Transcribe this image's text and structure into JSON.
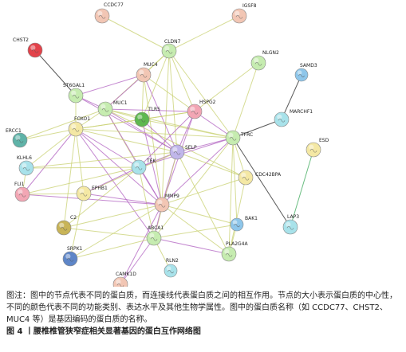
{
  "network": {
    "nodes": [
      {
        "id": "CCDC77",
        "label": "CCDC77",
        "color": "#f2c6b4"
      },
      {
        "id": "IGSF8",
        "label": "IGSF8",
        "color": "#f2c6b4"
      },
      {
        "id": "CHST2",
        "label": "CHST2",
        "color": "#e3424a"
      },
      {
        "id": "CLDN7",
        "label": "CLDN7",
        "color": "#c6ecb0"
      },
      {
        "id": "NLGN2",
        "label": "NLGN2",
        "color": "#c6ecb0"
      },
      {
        "id": "SAMD3",
        "label": "SAMD3",
        "color": "#8ec6ea"
      },
      {
        "id": "MUC4",
        "label": "MUC4",
        "color": "#f2c6b4"
      },
      {
        "id": "ST6GAL1",
        "label": "ST6GAL1",
        "color": "#c6ecb0"
      },
      {
        "id": "MUC1",
        "label": "MUC1",
        "color": "#c6ecb0"
      },
      {
        "id": "TLR5",
        "label": "TLR5",
        "color": "#5fb84f"
      },
      {
        "id": "HSPG2",
        "label": "HSPG2",
        "color": "#f2a6b4"
      },
      {
        "id": "MARCHF1",
        "label": "MARCHF1",
        "color": "#a8e2ea"
      },
      {
        "id": "ERCC1",
        "label": "ERCC1",
        "color": "#5fb3a8"
      },
      {
        "id": "FOXO1",
        "label": "FOXO1",
        "color": "#f4e8a4"
      },
      {
        "id": "TFRC",
        "label": "TFRC",
        "color": "#c6ecb0"
      },
      {
        "id": "ESD",
        "label": "ESD",
        "color": "#f4e8a4"
      },
      {
        "id": "SELP",
        "label": "SELP",
        "color": "#c0b6ea"
      },
      {
        "id": "KLHL6",
        "label": "KLHL6",
        "color": "#a8e2ea"
      },
      {
        "id": "TEK",
        "label": "TEK",
        "color": "#a8e2ea"
      },
      {
        "id": "CDC42BPA",
        "label": "CDC42BPA",
        "color": "#f4e8a4"
      },
      {
        "id": "FLI1",
        "label": "FLI1",
        "color": "#f2a6b4"
      },
      {
        "id": "EPHB1",
        "label": "EPHB1",
        "color": "#f4e8a4"
      },
      {
        "id": "MMP9",
        "label": "MMP9",
        "color": "#f2c6b4"
      },
      {
        "id": "C2",
        "label": "C2",
        "color": "#c8b458"
      },
      {
        "id": "BAK1",
        "label": "BAK1",
        "color": "#8ec6ea"
      },
      {
        "id": "LAP3",
        "label": "LAP3",
        "color": "#a8e2ea"
      },
      {
        "id": "ABCA1",
        "label": "ABCA1",
        "color": "#c6ecb0"
      },
      {
        "id": "PLA2G4A",
        "label": "PLA2G4A",
        "color": "#c6ecb0"
      },
      {
        "id": "SRPK1",
        "label": "SRPK1",
        "color": "#5e86c8"
      },
      {
        "id": "RLN2",
        "label": "RLN2",
        "color": "#a8e2ea"
      },
      {
        "id": "CAMK1D",
        "label": "CAMK1D",
        "color": "#f2c6b4"
      }
    ],
    "edges": [
      {
        "source": "CCDC77",
        "target": "CLDN7",
        "color": "#c8d070"
      },
      {
        "source": "IGSF8",
        "target": "CLDN7",
        "color": "#c8d070"
      },
      {
        "source": "CHST2",
        "target": "ST6GAL1",
        "color": "#222222"
      },
      {
        "source": "CLDN7",
        "target": "MUC4",
        "color": "#c8d070"
      },
      {
        "source": "CLDN7",
        "target": "MUC1",
        "color": "#c8d070"
      },
      {
        "source": "CLDN7",
        "target": "TLR5",
        "color": "#c8d070"
      },
      {
        "source": "CLDN7",
        "target": "HSPG2",
        "color": "#c8d070"
      },
      {
        "source": "CLDN7",
        "target": "TFRC",
        "color": "#c8d070"
      },
      {
        "source": "CLDN7",
        "target": "SELP",
        "color": "#c8d070"
      },
      {
        "source": "CLDN7",
        "target": "MMP9",
        "color": "#c8d070"
      },
      {
        "source": "NLGN2",
        "target": "HSPG2",
        "color": "#c8d070"
      },
      {
        "source": "NLGN2",
        "target": "TFRC",
        "color": "#c8d070"
      },
      {
        "source": "SAMD3",
        "target": "MARCHF1",
        "color": "#222222"
      },
      {
        "source": "MARCHF1",
        "target": "TFRC",
        "color": "#222222"
      },
      {
        "source": "MUC4",
        "target": "ST6GAL1",
        "color": "#b060c0"
      },
      {
        "source": "MUC4",
        "target": "MUC1",
        "color": "#b060c0"
      },
      {
        "source": "MUC4",
        "target": "TLR5",
        "color": "#c8d070"
      },
      {
        "source": "MUC4",
        "target": "HSPG2",
        "color": "#c8d070"
      },
      {
        "source": "MUC4",
        "target": "SELP",
        "color": "#b060c0"
      },
      {
        "source": "MUC4",
        "target": "MMP9",
        "color": "#c8d070"
      },
      {
        "source": "ST6GAL1",
        "target": "MUC1",
        "color": "#b060c0"
      },
      {
        "source": "ST6GAL1",
        "target": "FOXO1",
        "color": "#c8d070"
      },
      {
        "source": "ST6GAL1",
        "target": "SELP",
        "color": "#b060c0"
      },
      {
        "source": "MUC1",
        "target": "TLR5",
        "color": "#c8d070"
      },
      {
        "source": "MUC1",
        "target": "HSPG2",
        "color": "#b060c0"
      },
      {
        "source": "MUC1",
        "target": "TFRC",
        "color": "#c8d070"
      },
      {
        "source": "MUC1",
        "target": "SELP",
        "color": "#b060c0"
      },
      {
        "source": "MUC1",
        "target": "TEK",
        "color": "#c8d070"
      },
      {
        "source": "MUC1",
        "target": "MMP9",
        "color": "#b060c0"
      },
      {
        "source": "MUC1",
        "target": "FOXO1",
        "color": "#c8d070"
      },
      {
        "source": "MUC1",
        "target": "CDC42BPA",
        "color": "#c8d070"
      },
      {
        "source": "TLR5",
        "target": "HSPG2",
        "color": "#c8d070"
      },
      {
        "source": "TLR5",
        "target": "SELP",
        "color": "#b060c0"
      },
      {
        "source": "TLR5",
        "target": "MMP9",
        "color": "#b060c0"
      },
      {
        "source": "TLR5",
        "target": "TFRC",
        "color": "#c8d070"
      },
      {
        "source": "TLR5",
        "target": "FOXO1",
        "color": "#c8d070"
      },
      {
        "source": "HSPG2",
        "target": "TFRC",
        "color": "#b060c0"
      },
      {
        "source": "HSPG2",
        "target": "SELP",
        "color": "#b060c0"
      },
      {
        "source": "HSPG2",
        "target": "MMP9",
        "color": "#b060c0"
      },
      {
        "source": "HSPG2",
        "target": "TEK",
        "color": "#b060c0"
      },
      {
        "source": "HSPG2",
        "target": "FOXO1",
        "color": "#c8d070"
      },
      {
        "source": "ERCC1",
        "target": "FOXO1",
        "color": "#c8d070"
      },
      {
        "source": "ERCC1",
        "target": "MUC1",
        "color": "#c8d070"
      },
      {
        "source": "FOXO1",
        "target": "SELP",
        "color": "#c8d070"
      },
      {
        "source": "FOXO1",
        "target": "TEK",
        "color": "#b060c0"
      },
      {
        "source": "FOXO1",
        "target": "MMP9",
        "color": "#b060c0"
      },
      {
        "source": "FOXO1",
        "target": "TFRC",
        "color": "#c8d070"
      },
      {
        "source": "FOXO1",
        "target": "KLHL6",
        "color": "#c8d070"
      },
      {
        "source": "FOXO1",
        "target": "FLI1",
        "color": "#b060c0"
      },
      {
        "source": "FOXO1",
        "target": "EPHB1",
        "color": "#c8d070"
      },
      {
        "source": "FOXO1",
        "target": "ABCA1",
        "color": "#b060c0"
      },
      {
        "source": "FOXO1",
        "target": "C2",
        "color": "#c8d070"
      },
      {
        "source": "TFRC",
        "target": "SELP",
        "color": "#b060c0"
      },
      {
        "source": "TFRC",
        "target": "MMP9",
        "color": "#b060c0"
      },
      {
        "source": "TFRC",
        "target": "CDC42BPA",
        "color": "#c8d070"
      },
      {
        "source": "TFRC",
        "target": "LAP3",
        "color": "#222222"
      },
      {
        "source": "TFRC",
        "target": "BAK1",
        "color": "#c8d070"
      },
      {
        "source": "TFRC",
        "target": "ABCA1",
        "color": "#c8d070"
      },
      {
        "source": "TFRC",
        "target": "PLA2G4A",
        "color": "#c8d070"
      },
      {
        "source": "TFRC",
        "target": "TEK",
        "color": "#b060c0"
      },
      {
        "source": "ESD",
        "target": "LAP3",
        "color": "#3aa858"
      },
      {
        "source": "SELP",
        "target": "TEK",
        "color": "#b060c0"
      },
      {
        "source": "SELP",
        "target": "MMP9",
        "color": "#b060c0"
      },
      {
        "source": "SELP",
        "target": "CDC42BPA",
        "color": "#c8d070"
      },
      {
        "source": "SELP",
        "target": "EPHB1",
        "color": "#c8d070"
      },
      {
        "source": "SELP",
        "target": "ABCA1",
        "color": "#c8d070"
      },
      {
        "source": "SELP",
        "target": "KLHL6",
        "color": "#c8d070"
      },
      {
        "source": "SELP",
        "target": "PLA2G4A",
        "color": "#c8d070"
      },
      {
        "source": "KLHL6",
        "target": "FLI1",
        "color": "#c8d070"
      },
      {
        "source": "KLHL6",
        "target": "TEK",
        "color": "#c8d070"
      },
      {
        "source": "TEK",
        "target": "MMP9",
        "color": "#b060c0"
      },
      {
        "source": "TEK",
        "target": "EPHB1",
        "color": "#b060c0"
      },
      {
        "source": "TEK",
        "target": "FLI1",
        "color": "#c8d070"
      },
      {
        "source": "TEK",
        "target": "ABCA1",
        "color": "#c8d070"
      },
      {
        "source": "TEK",
        "target": "C2",
        "color": "#c8d070"
      },
      {
        "source": "FLI1",
        "target": "MMP9",
        "color": "#b060c0"
      },
      {
        "source": "FLI1",
        "target": "EPHB1",
        "color": "#c8d070"
      },
      {
        "source": "EPHB1",
        "target": "MMP9",
        "color": "#b060c0"
      },
      {
        "source": "EPHB1",
        "target": "SRPK1",
        "color": "#c8d070"
      },
      {
        "source": "MMP9",
        "target": "CDC42BPA",
        "color": "#c8d070"
      },
      {
        "source": "MMP9",
        "target": "C2",
        "color": "#c8d070"
      },
      {
        "source": "MMP9",
        "target": "ABCA1",
        "color": "#b060c0"
      },
      {
        "source": "MMP9",
        "target": "BAK1",
        "color": "#c8d070"
      },
      {
        "source": "MMP9",
        "target": "PLA2G4A",
        "color": "#c8d070"
      },
      {
        "source": "MMP9",
        "target": "SRPK1",
        "color": "#c8d070"
      },
      {
        "source": "MMP9",
        "target": "CAMK1D",
        "color": "#b060c0"
      },
      {
        "source": "C2",
        "target": "ABCA1",
        "color": "#c8d070"
      },
      {
        "source": "ABCA1",
        "target": "PLA2G4A",
        "color": "#b060c0"
      },
      {
        "source": "ABCA1",
        "target": "RLN2",
        "color": "#c8d070"
      },
      {
        "source": "ABCA1",
        "target": "SRPK1",
        "color": "#c8d070"
      },
      {
        "source": "ABCA1",
        "target": "BAK1",
        "color": "#c8d070"
      },
      {
        "source": "ABCA1",
        "target": "CAMK1D",
        "color": "#b060c0"
      },
      {
        "source": "BAK1",
        "target": "PLA2G4A",
        "color": "#c8d070"
      },
      {
        "source": "CDC42BPA",
        "target": "PLA2G4A",
        "color": "#c8d070"
      }
    ]
  },
  "caption": {
    "text": "图注：图中的节点代表不同的蛋白质，而连接线代表蛋白质之间的相互作用。节点的大小表示蛋白质的中心性，不同的颜色代表不同的功能类别、表达水平及其他生物学属性。图中的蛋白质名称（如 CCDC77、CHST2、MUC4 等）是基因编码的蛋白质的名称。",
    "figure_title": "图 4 丨腰椎椎管狭窄症相关显著基因的蛋白互作网络图"
  }
}
